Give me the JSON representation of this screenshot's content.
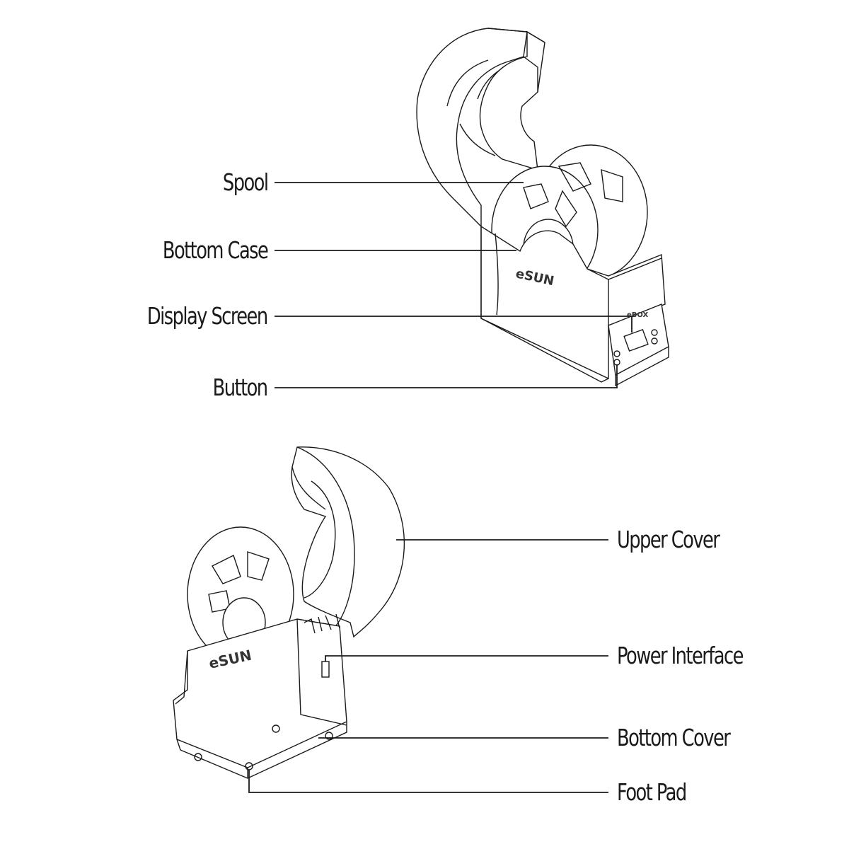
{
  "top_labels": {
    "spool": "Spool",
    "bottom_case": "Bottom Case",
    "display_screen": "Display Screen",
    "button": "Button"
  },
  "bottom_labels": {
    "upper_cover": "Upper Cover",
    "power_interface": "Power Interface",
    "bottom_cover": "Bottom Cover",
    "foot_pad": "Foot Pad"
  },
  "brand": {
    "logo_text": "eSUN",
    "display_logo_text": "eBOX"
  }
}
